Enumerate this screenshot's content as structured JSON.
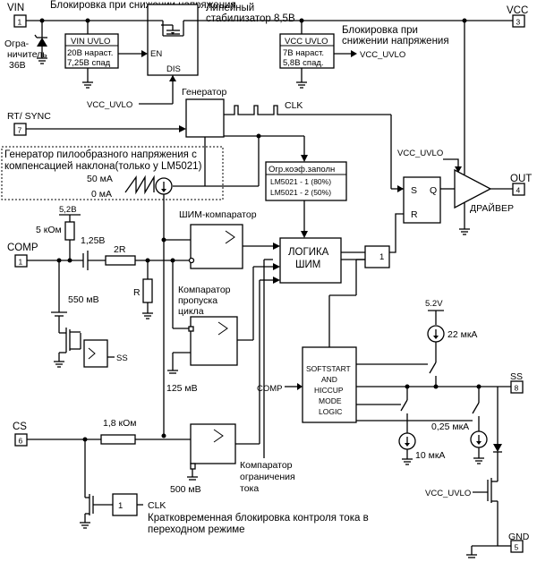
{
  "pins": {
    "vin": {
      "label": "VIN",
      "num": "1"
    },
    "vcc": {
      "label": "VCC",
      "num": "3"
    },
    "rt_sync": {
      "label": "RT/ SYNC",
      "num": "7"
    },
    "out": {
      "label": "OUT",
      "num": "4"
    },
    "comp": {
      "label": "COMP",
      "num": "1"
    },
    "ss": {
      "label": "SS",
      "num": "8"
    },
    "cs": {
      "label": "CS",
      "num": "6"
    },
    "gnd": {
      "label": "GND",
      "num": "5"
    }
  },
  "labels": {
    "vin_uvlo_desc": "Блокировка при снижении напряжения",
    "limiter": [
      "Огра-",
      "ничитель",
      "36В"
    ],
    "linear_reg": [
      "Линейный",
      "стабилизатор 8,5В"
    ],
    "vcc_uvlo_desc": [
      "Блокировка при",
      "снижении напряжения"
    ],
    "vcc_uvlo_out": "VCC_UVLO",
    "generator": "Генератор",
    "clk": "CLK",
    "ramp_gen": [
      "Генератор пилообразного напряжения с",
      "компенсацией наклона(только у LM5021)"
    ],
    "ramp_50": "50 мА",
    "ramp_0": "0 мА",
    "duty_title": "Огр.коэф.заполн",
    "duty_lines": [
      "LM5021 - 1 (80%)",
      "LM5021 - 2 (50%)"
    ],
    "vcc_uvlo_drv": "VCC_UVLO",
    "driver": "ДРАЙВЕР",
    "v52": "5,2В",
    "r5k": "5 кОм",
    "v125": "1,25В",
    "r2r": "2R",
    "rr": "R",
    "pwm_comp": "ШИМ-компаратор",
    "logic": [
      "ЛОГИКА",
      "ШИМ"
    ],
    "or1": "1",
    "mv550": "550 мВ",
    "skip_comp": [
      "Компаратор",
      "пропуска",
      "цикла"
    ],
    "ss_small": "SS",
    "mv125": "125 мВ",
    "v52b": "5.2V",
    "i22": "22 мкА",
    "softstart": [
      "SOFTSTART",
      "AND",
      "HICCUP",
      "MODE",
      "LOGIC"
    ],
    "comp_in": "COMP",
    "i025": "0,25 мкА",
    "i10": "10 мкА",
    "r18k": "1,8 кОм",
    "lim_comp": [
      "Компаратор",
      "ограничения",
      "тока"
    ],
    "mv500": "500 мВ",
    "blank_one": "1",
    "clk2": "CLK",
    "blanking": [
      "Кратковременная блокировка контроля тока в",
      "переходном режиме"
    ],
    "vcc_uvlo_gnd": "VCC_UVLO"
  },
  "blocks": {
    "vin_uvlo": {
      "title": "VIN UVLO",
      "lines": [
        "20В нараст.",
        "7,25В спад"
      ]
    },
    "reg": {
      "en": "EN",
      "dis": "DIS"
    },
    "vcc_uvlo": {
      "title": "VCC UVLO",
      "lines": [
        "7В нараст.",
        "5,8В спад."
      ]
    },
    "sr": {
      "s": "S",
      "q": "Q",
      "r": "R"
    }
  }
}
